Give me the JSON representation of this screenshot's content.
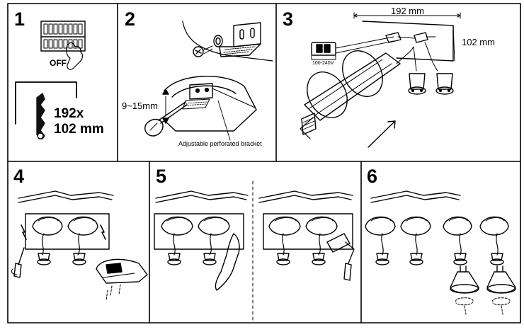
{
  "steps": {
    "s1": {
      "number": "1",
      "switch_label": "OFF",
      "cutout_width": "192x",
      "cutout_height": "102 mm"
    },
    "s2": {
      "number": "2",
      "depth_range": "9~15mm",
      "bracket_caption": "Adjustable perforated bracket"
    },
    "s3": {
      "number": "3",
      "width_dim": "192 mm",
      "height_dim": "102 mm",
      "voltage": "100-240V"
    },
    "s4": {
      "number": "4"
    },
    "s5": {
      "number": "5"
    },
    "s6": {
      "number": "6"
    }
  },
  "icons": [
    "circuit-breaker-icon",
    "hand-icon",
    "hole-saw-icon",
    "screw-icon",
    "bracket-icon",
    "screwdriver-icon",
    "terminal-block-icon",
    "downlight-fixture-icon",
    "lamp-socket-icon",
    "lightning-bolt-icon",
    "paint-brush-icon",
    "paint-roller-icon",
    "gu10-bulb-icon",
    "rotate-arrow-icon"
  ]
}
